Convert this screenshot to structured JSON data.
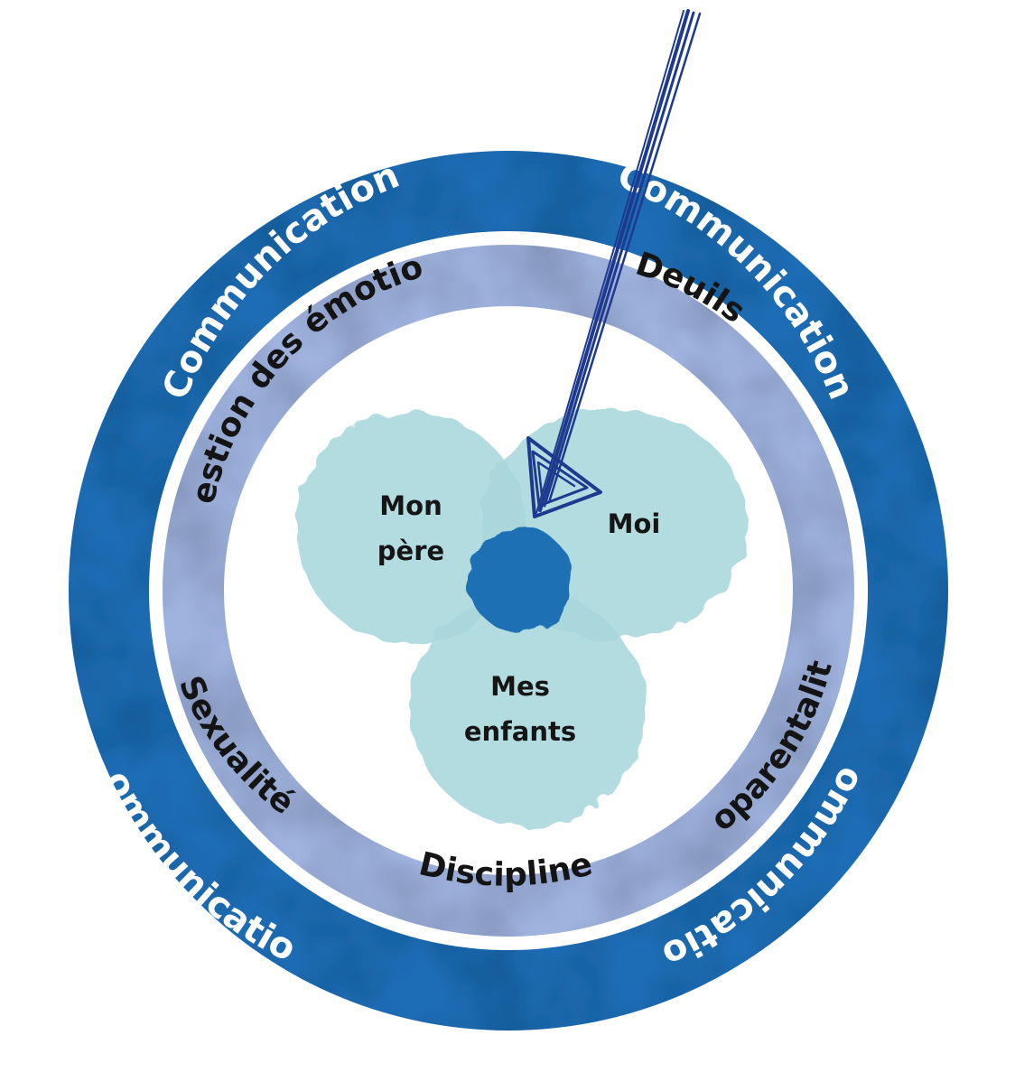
{
  "outer_ring": {
    "label": "Communication",
    "color": "#1c6db6"
  },
  "inner_ring": {
    "color": "#9fb3df",
    "segments": {
      "emotions": "Gestion des émotions",
      "deuils": "Deuils",
      "coparentalite": "Coparentalité",
      "discipline": "Discipline",
      "sexualite": "Sexualité"
    }
  },
  "blobs": {
    "pere": {
      "line1": "Mon",
      "line2": "père",
      "color": "#a9d7dc"
    },
    "moi": {
      "line1": "Moi",
      "color": "#a9d7dc"
    },
    "enfants": {
      "line1": "Mes",
      "line2": "enfants",
      "color": "#a9d7dc"
    },
    "center": {
      "color": "#1a6fb3"
    }
  },
  "arrow": {
    "color": "#1e3a8f"
  }
}
